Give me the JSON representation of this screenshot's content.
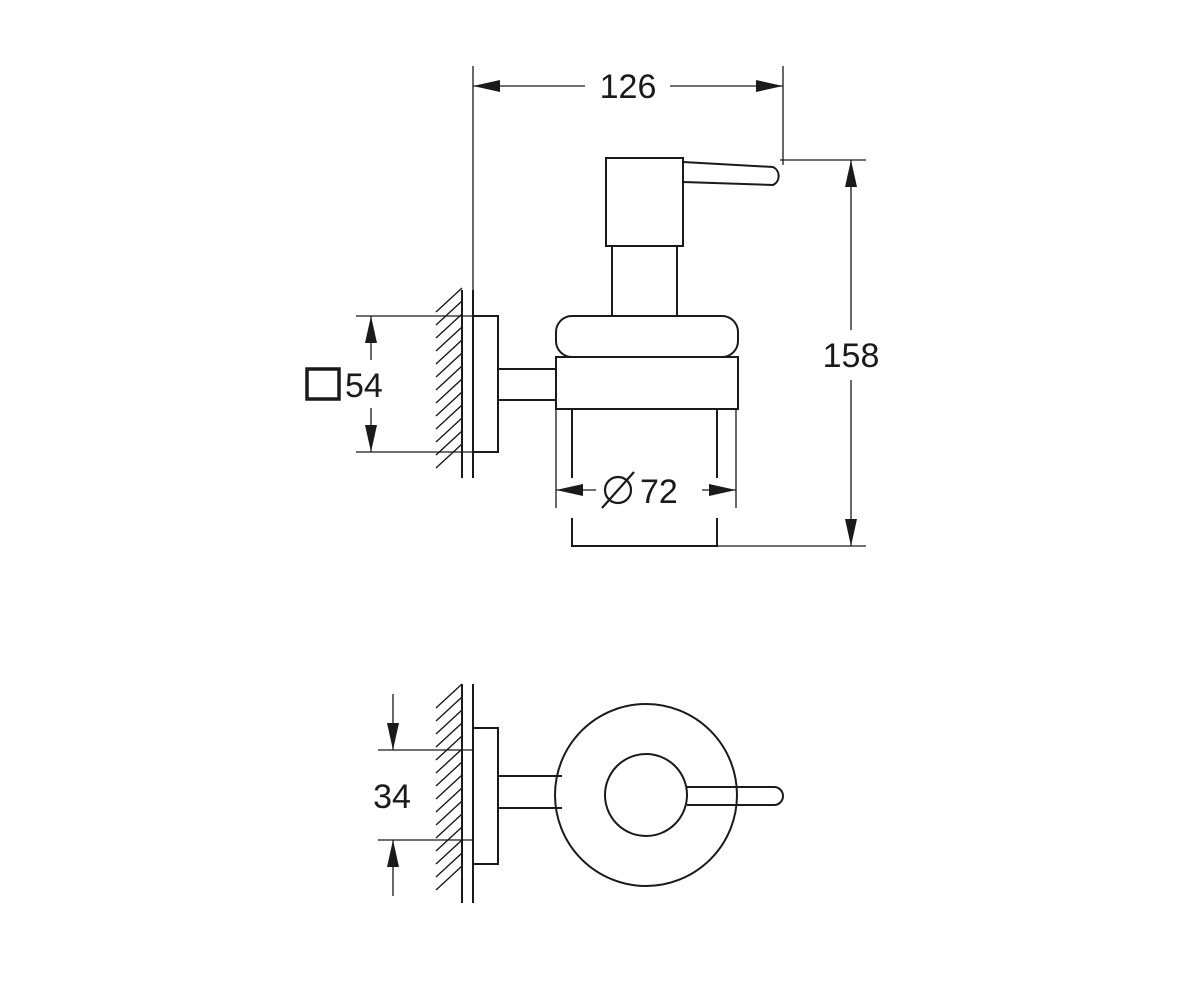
{
  "dimensions": {
    "width": "126",
    "height": "158",
    "square_plate": "54",
    "glass_diameter": "72",
    "depth": "34"
  },
  "colors": {
    "line": "#1a1a1a",
    "background": "#ffffff"
  },
  "symbols": {
    "square": "square-symbol-icon",
    "diameter": "diameter-symbol-icon"
  }
}
